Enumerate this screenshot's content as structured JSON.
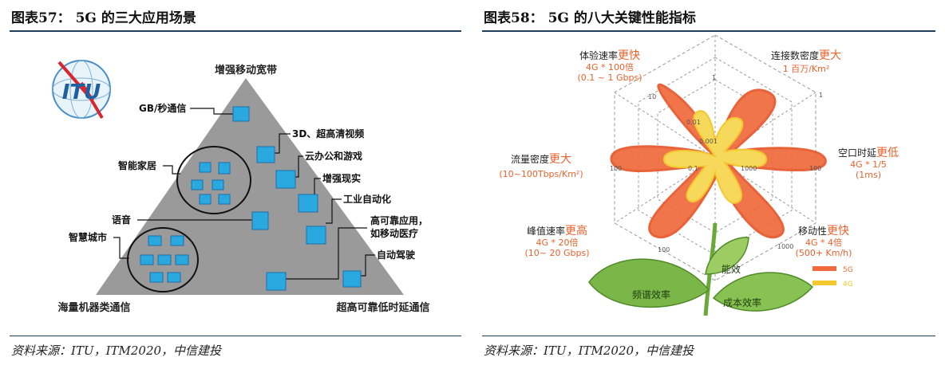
{
  "left_figure": {
    "title": "图表57： 5G 的三大应用场景",
    "source": "资料来源：ITU，ITM2020，中信建投",
    "logo_text": "ITU",
    "apex_label": "增强移动宽带",
    "bottom_left_label": "海量机器类通信",
    "bottom_right_label": "超高可靠低时延通信",
    "right_labels": [
      "GB/秒通信",
      "3D、超高清视频",
      "云办公和游戏",
      "增强现实",
      "工业自动化",
      "高可靠应用，",
      "如移动医疗",
      "自动驾驶"
    ],
    "left_labels": [
      "智能家居",
      "语音",
      "智慧城市"
    ],
    "colors": {
      "triangle": "#9a9a9a",
      "icon_fill": "#29a9e0",
      "icon_border": "#1b6fa8"
    }
  },
  "right_figure": {
    "title": "图表58： 5G 的八大关键性能指标",
    "source": "资料来源：ITU，ITM2020，中信建投",
    "metrics": [
      {
        "name": "体验速率",
        "suffix": "更快",
        "line2": "4G * 100倍",
        "line3": "(0.1 ~ 1 Gbps)"
      },
      {
        "name": "连接数密度",
        "suffix": "更大",
        "line2": "1 百万/Km²",
        "line3": ""
      },
      {
        "name": "空口时延",
        "suffix": "更低",
        "line2": "4G * 1/5",
        "line3": "(1ms)"
      },
      {
        "name": "移动性",
        "suffix": "更快",
        "line2": "4G * 4倍",
        "line3": "(500+ Km/h)"
      },
      {
        "name": "峰值速率",
        "suffix": "更高",
        "line2": "4G * 20倍",
        "line3": "(10~ 20 Gbps)"
      },
      {
        "name": "流量密度",
        "suffix": "更大",
        "line2": "(10~100Tbps/Km²",
        "line3": ")"
      }
    ],
    "axis_ticks": [
      "1",
      "10",
      "100",
      "1000",
      "0.1",
      "0.01",
      "0.001"
    ],
    "leaf_labels": [
      "能效",
      "频谱效率",
      "成本效率"
    ],
    "legend": [
      {
        "label": "5G",
        "color": "#ef6a3c"
      },
      {
        "label": "4G",
        "color": "#f4c82f"
      }
    ],
    "colors": {
      "accent": "#e8622c",
      "grid": "#999999"
    }
  }
}
